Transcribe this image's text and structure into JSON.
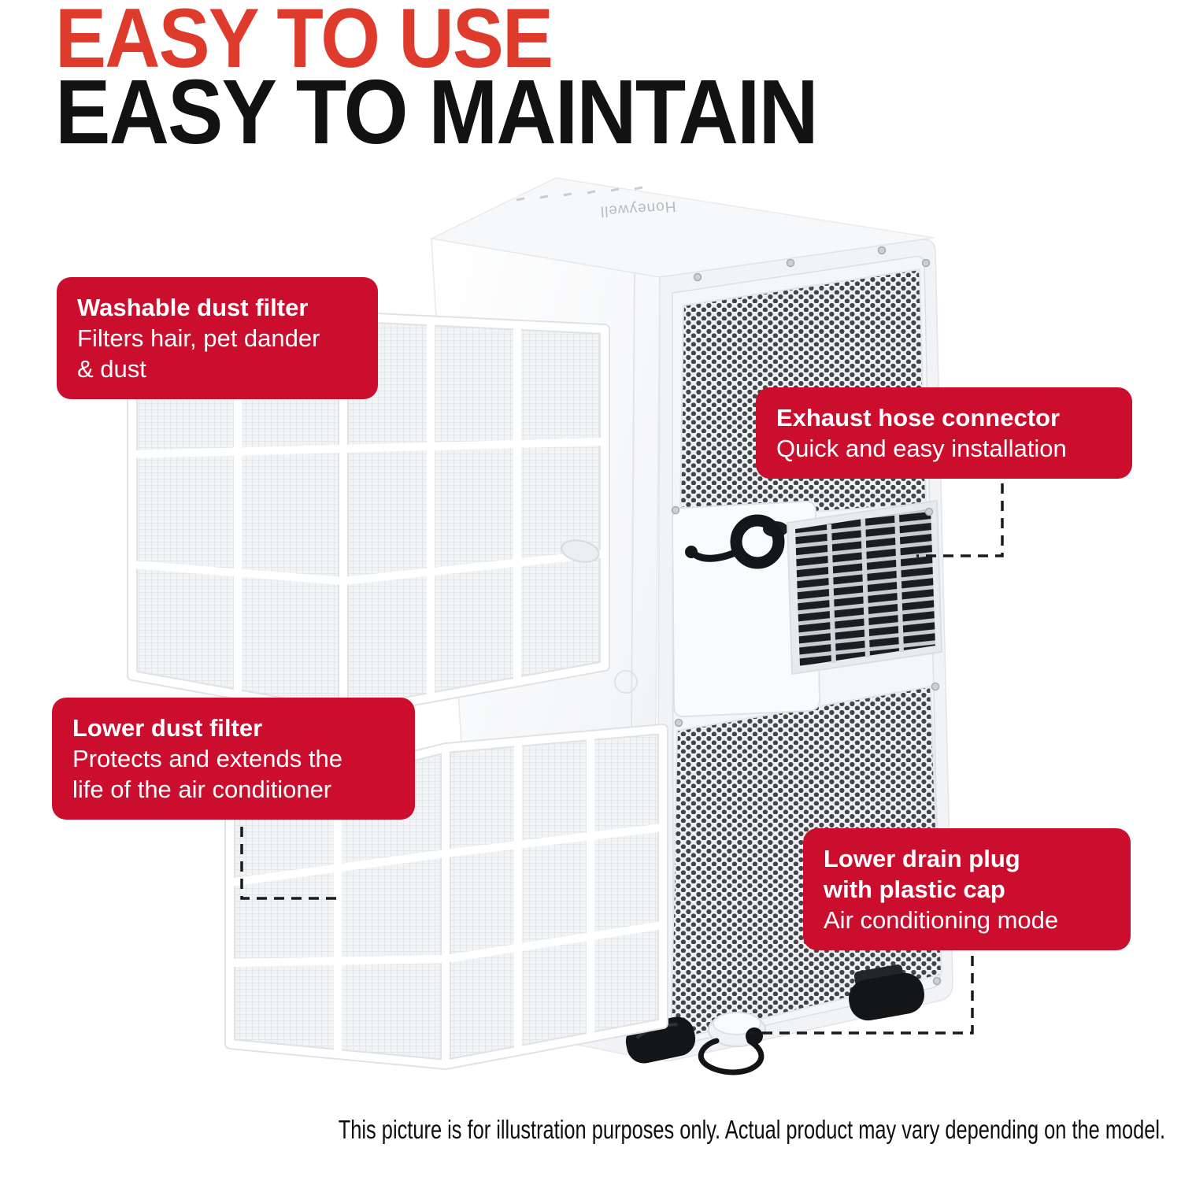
{
  "page": {
    "title": {
      "line1": "EASY TO USE",
      "line2": "EASY TO MAINTAIN"
    },
    "disclaimer": "This picture is for illustration purposes only. Actual product may vary depending on the model."
  },
  "colors": {
    "title_line1": "#DF3B2C",
    "title_line2": "#121212",
    "callout_bg": "#CB0E2D",
    "callout_text": "#ffffff",
    "leader_line": "#1a1a1a"
  },
  "callouts": [
    {
      "title": "Washable dust filter",
      "body": "Filters hair, pet dander\n& dust"
    },
    {
      "title": "Exhaust hose connector",
      "body": "Quick and easy installation"
    },
    {
      "title": "Lower dust filter",
      "body": "Protects and extends the\nlife of the air conditioner"
    },
    {
      "title": "Lower drain plug\nwith plastic cap",
      "body": "Air conditioning mode"
    }
  ],
  "product": {
    "brand_marking": "Honeywell"
  }
}
